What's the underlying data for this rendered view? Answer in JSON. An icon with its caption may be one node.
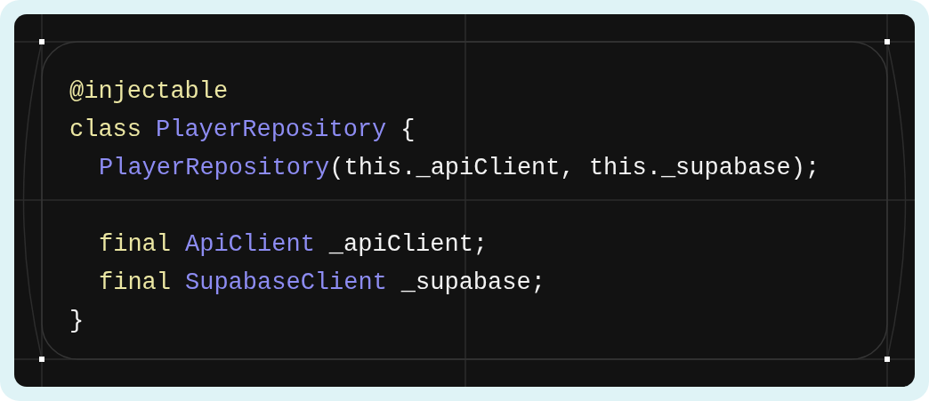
{
  "diagram": {
    "labels": [
      "@injectable",
      "class",
      "PlayerRepository",
      "{",
      "PlayerRepository",
      "(this._apiClient, this._supabase);",
      "final",
      "ApiClient",
      "_apiClient;",
      "final",
      "SupabaseClient",
      "_supabase;",
      "}"
    ]
  }
}
